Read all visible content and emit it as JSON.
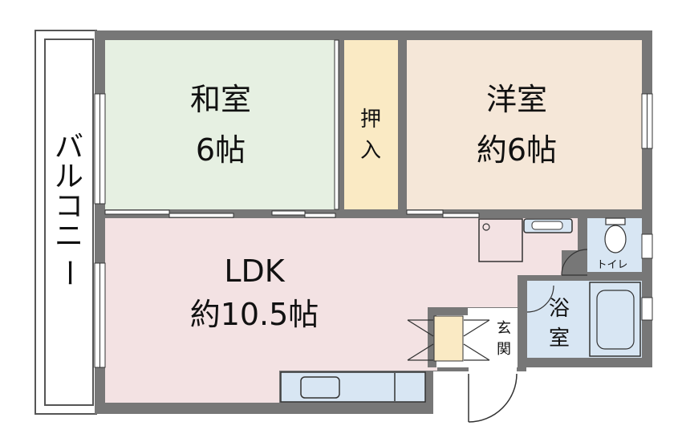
{
  "rooms": {
    "washitsu": {
      "name": "和室",
      "size": "6帖",
      "color": "#e6f0e2"
    },
    "oshiire": {
      "name_char1": "押",
      "name_char2": "入",
      "color": "#faeac4"
    },
    "youshitsu": {
      "name": "洋室",
      "size": "約6帖",
      "color": "#f5e7d8"
    },
    "ldk": {
      "name": "LDK",
      "size": "約10.5帖",
      "color": "#f3e2e3"
    },
    "toilet": {
      "name": "トイレ",
      "color": "#d8e6f3"
    },
    "bath": {
      "name_char1": "浴",
      "name_char2": "室",
      "color": "#d8e6f3"
    },
    "genkan": {
      "name_char1": "玄",
      "name_char2": "関",
      "color": "#ffffff"
    }
  },
  "balcony": {
    "chars": [
      "バ",
      "ル",
      "コ",
      "ニ",
      "ー"
    ]
  },
  "colors": {
    "wall": "#777777",
    "wall_dark": "#666666",
    "fixture": "#d8e6f3",
    "line": "#333333",
    "shoe_box": "#faeac4"
  }
}
